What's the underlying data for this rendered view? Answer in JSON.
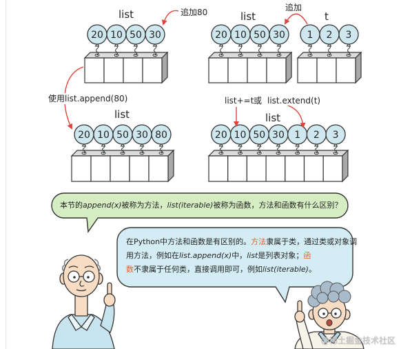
{
  "colors": {
    "balloon_fill": "#cfe8f0",
    "outline": "#333333",
    "box_top": "#dcdcdc",
    "box_side": "#a9a9a9",
    "cell_fill": "#ffffff",
    "arrow": "#e0443a",
    "highlight": "#ee5a2b",
    "green_bubble": "#d6edc4",
    "blue_bubble": "#d4edf5",
    "watermark": "#c9c9c9"
  },
  "top_left": {
    "label": "list",
    "values": [
      "20",
      "10",
      "50",
      "30"
    ],
    "note": "追加80"
  },
  "top_right": {
    "list": {
      "label": "list",
      "values": [
        "20",
        "10",
        "50",
        "30"
      ]
    },
    "t": {
      "label": "t",
      "values": [
        "1",
        "2",
        "3"
      ]
    },
    "note": "追加"
  },
  "append_caption": "使用list.append(80)",
  "bottom_left": {
    "label": "list",
    "values": [
      "20",
      "10",
      "50",
      "30",
      "80"
    ]
  },
  "extend_caption": {
    "plus_equal": "list+=t",
    "or": "或",
    "extend": "list.extend(t)"
  },
  "bottom_right": {
    "label": "list",
    "values": [
      "20",
      "10",
      "50",
      "30",
      "1",
      "2",
      "3"
    ]
  },
  "question_bubble": {
    "segments": [
      "本节的",
      "append(x)",
      "被称为方法，",
      "list(iterable)",
      "被称为函数，方法和函数有什么区别？"
    ]
  },
  "answer_bubble": {
    "lines": [
      [
        "在Python中方法和函数是有区别的。",
        "方法",
        "隶属于类，通过类或对象调"
      ],
      [
        "用方法，例如在",
        "list.append(x)",
        "中，",
        "list",
        "是列表对象；",
        "函"
      ],
      [
        "数",
        "不隶属于任何类，直接调用即可，例如",
        "list(iterable)",
        "。"
      ]
    ]
  },
  "watermark": "@稀土掘金技术社区"
}
